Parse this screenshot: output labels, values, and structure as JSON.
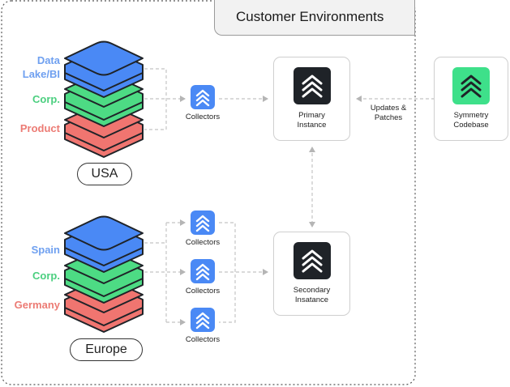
{
  "header": {
    "title": "Customer Environments"
  },
  "regions": {
    "usa": {
      "name": "USA",
      "labels": [
        "Data\nLake/BI",
        "Corp.",
        "Product"
      ]
    },
    "europe": {
      "name": "Europe",
      "labels": [
        "Spain",
        "Corp.",
        "Germany"
      ]
    }
  },
  "collectors": {
    "label": "Collectors"
  },
  "instances": {
    "primary": "Primary\nInstance",
    "secondary": "Secondary\nInsatance"
  },
  "symmetry": {
    "label": "Symmetry\nCodebase"
  },
  "edge": {
    "updates": "Updates &\nPatches"
  },
  "colors": {
    "blue": "#4a89f5",
    "green": "#4ddb84",
    "red": "#f07570",
    "dark": "#1f2328",
    "symmetry_green": "#3ee08a"
  }
}
